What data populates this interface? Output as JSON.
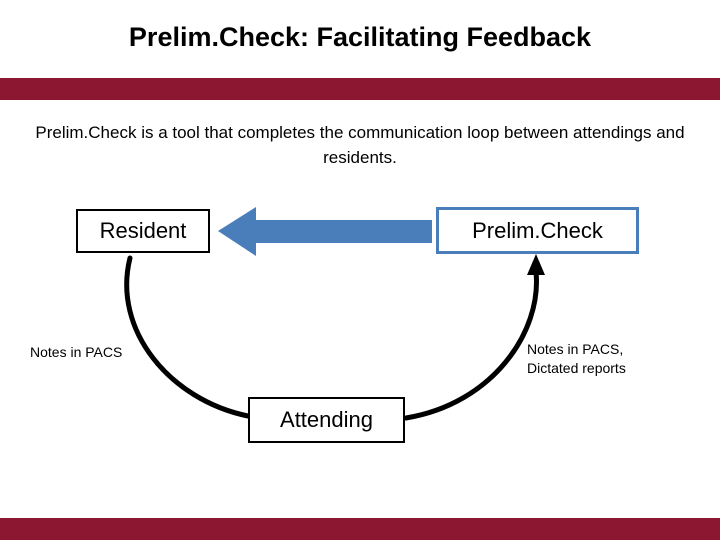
{
  "slide": {
    "title": "Prelim.Check: Facilitating Feedback",
    "intro": "Prelim.Check is a tool that completes the communication loop between attendings and residents.",
    "accent_bar_color": "#8c1730",
    "background_color": "#ffffff"
  },
  "diagram": {
    "nodes": [
      {
        "id": "resident",
        "label": "Resident",
        "border_color": "#000000"
      },
      {
        "id": "prelimcheck",
        "label": "Prelim.Check",
        "border_color": "#4a7ebb"
      },
      {
        "id": "attending",
        "label": "Attending",
        "border_color": "#000000"
      }
    ],
    "edge_labels": [
      {
        "id": "left-label",
        "text": "Notes in PACS"
      },
      {
        "id": "right-label-line1",
        "text": "Notes in PACS,"
      },
      {
        "id": "right-label-line2",
        "text": "Dictated reports"
      }
    ],
    "arrows": [
      {
        "id": "prelim-to-resident",
        "from": "prelimcheck",
        "to": "resident",
        "color": "#4a7ebb",
        "style": "block-arrow"
      },
      {
        "id": "resident-to-attending",
        "from": "resident",
        "to": "attending",
        "color": "#000000",
        "style": "curved"
      },
      {
        "id": "attending-to-prelimcheck",
        "from": "attending",
        "to": "prelimcheck",
        "color": "#000000",
        "style": "curved-arrow"
      }
    ]
  }
}
